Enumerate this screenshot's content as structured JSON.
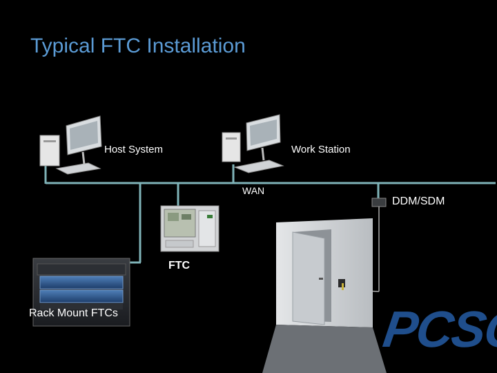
{
  "slide": {
    "title": "Typical FTC Installation"
  },
  "labels": {
    "host_system": "Host System",
    "work_station": "Work Station",
    "wan": "WAN",
    "ddm_sdm": "DDM/SDM",
    "ftc": "FTC",
    "rack_mount": "Rack Mount FTCs"
  },
  "logo": {
    "text": "PCSC",
    "color": "#1f4e8c"
  },
  "colors": {
    "title": "#5b9bd5",
    "network_line": "#7fb3b8",
    "background": "#000000"
  }
}
